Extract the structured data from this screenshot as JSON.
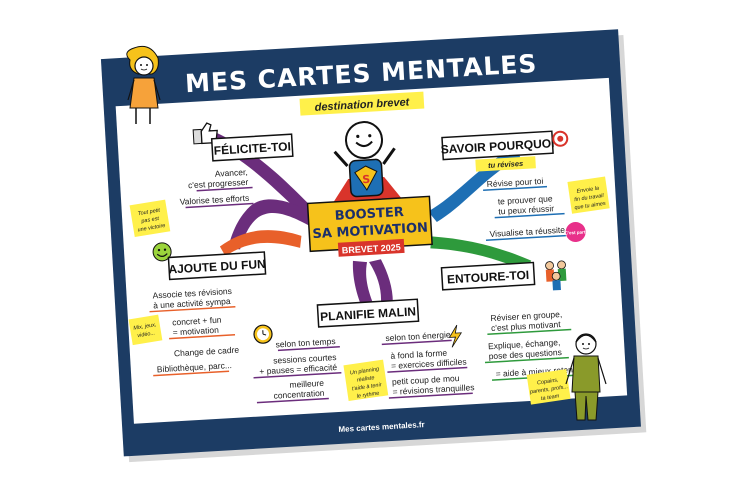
{
  "title": "MES CARTES MENTALES",
  "subtitle": "destination brevet",
  "footer": "Mes cartes mentales.fr",
  "colors": {
    "frame": "#1c3c64",
    "purple": "#6b2d7c",
    "orange": "#e8602a",
    "blue": "#1e6fb4",
    "green": "#2e9a3c",
    "center_box": "#f6c21b",
    "center_badge": "#d9342b",
    "sticky": "#fff04a"
  },
  "center": {
    "line1": "BOOSTER",
    "line2": "SA MOTIVATION",
    "badge": "BREVET 2025",
    "hero_letter": "S"
  },
  "branches": {
    "felicite": {
      "label": "FÉLICITE-TOI",
      "items": [
        "Avancer,",
        "c'est progresser",
        "Valorise tes efforts"
      ],
      "sticky": [
        "Tout petit",
        "pas est",
        "une victoire"
      ]
    },
    "savoir": {
      "label": "SAVOIR POURQUOI",
      "tag": "tu révises",
      "items": [
        "Révise pour toi",
        "te prouver que",
        "tu peux réussir",
        "Visualise ta réussite"
      ],
      "sticky": [
        "Envoie la",
        "fin du travail",
        "que tu aimes"
      ],
      "badge": "C'est parti"
    },
    "fun": {
      "label": "AJOUTE DU FUN",
      "items": [
        "Associe tes révisions",
        "à une activité sympa",
        "concret + fun",
        "= motivation",
        "Change de cadre",
        "Bibliothèque, parc..."
      ],
      "sticky": [
        "Mix, jeux,",
        "vidéo..."
      ]
    },
    "entoure": {
      "label": "ENTOURE-TOI",
      "items": [
        "Réviser en groupe,",
        "c'est plus motivant",
        "Explique, échange,",
        "pose des questions",
        "= aide à mieux retenir"
      ],
      "sticky": [
        "Copains,",
        "parents, profs...",
        "ta team"
      ]
    },
    "planifie": {
      "label": "PLANIFIE MALIN",
      "items_left": [
        "selon ton temps",
        "sessions courtes",
        "+ pauses = efficacité",
        "meilleure",
        "concentration"
      ],
      "items_right": [
        "selon ton énergie",
        "à fond la forme",
        "= exercices difficiles",
        "petit coup de mou",
        "= révisions tranquilles"
      ],
      "sticky": [
        "Un planning",
        "réaliste",
        "t'aide à tenir",
        "le rythme"
      ]
    }
  },
  "icons": {
    "thumbs": "thumbs-up-icon",
    "smiley": "smiley-icon",
    "clock": "alarm-clock-icon",
    "bolt": "lightning-icon",
    "target": "target-icon",
    "group": "friends-group-icon",
    "hero": "superhero-figure",
    "girl": "girl-figure",
    "boy": "boy-figure"
  }
}
